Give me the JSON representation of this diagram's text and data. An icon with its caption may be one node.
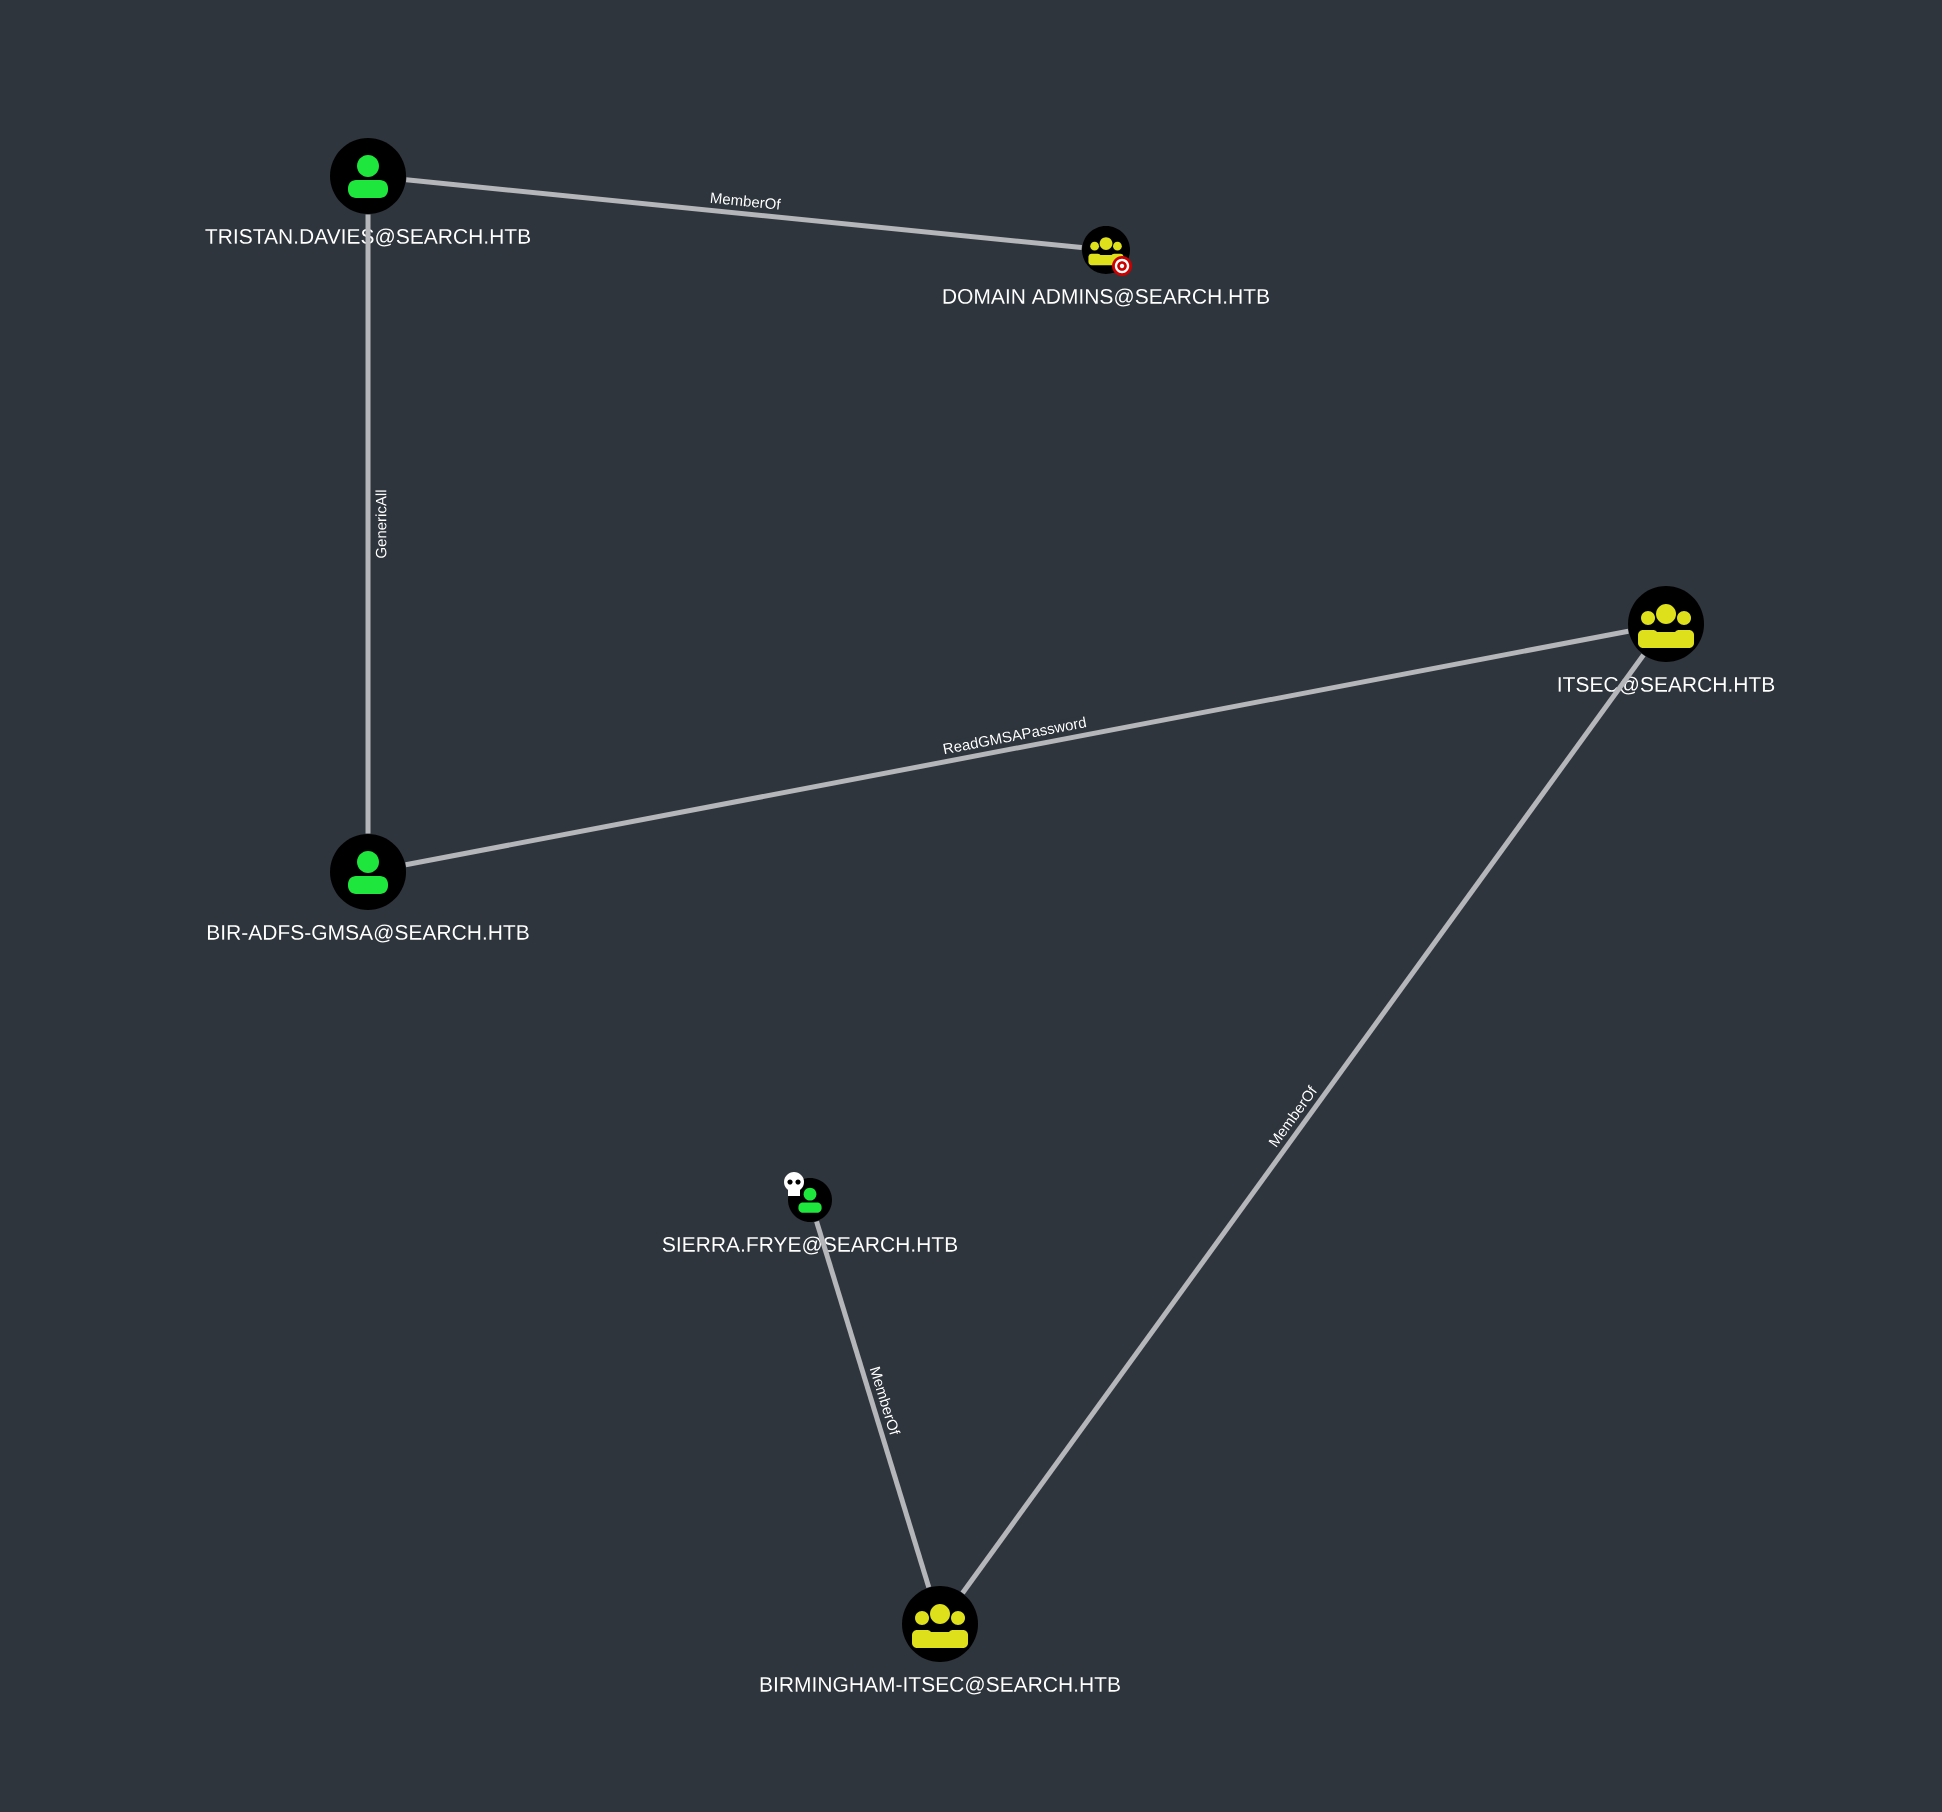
{
  "diagram": {
    "nodes": [
      {
        "text": [
          "TRISTAN.DAVIES@SEARCH.HTB"
        ]
      },
      {
        "text": [
          "DOMAIN ADMINS@SEARCH.HTB"
        ]
      },
      {
        "text": [
          "ITSEC@SEARCH.HTB"
        ]
      },
      {
        "text": [
          "BIR-ADFS-GMSA@SEARCH.HTB"
        ]
      },
      {
        "text": [
          "SIERRA.FRYE@SEARCH.HTB"
        ]
      },
      {
        "text": [
          "BIRMINGHAM-ITSEC@SEARCH.HTB"
        ]
      }
    ],
    "edges": [
      {
        "from": 4,
        "to": 5,
        "arrow": "none",
        "label": "MemberOf"
      },
      {
        "from": 5,
        "to": 2,
        "arrow": "none",
        "label": "MemberOf"
      },
      {
        "from": 2,
        "to": 3,
        "arrow": "none",
        "label": "ReadGMSAPassword"
      },
      {
        "from": 3,
        "to": 0,
        "arrow": "none",
        "label": "GenericAll"
      },
      {
        "from": 0,
        "to": 1,
        "arrow": "none",
        "label": "MemberOf"
      }
    ]
  }
}
